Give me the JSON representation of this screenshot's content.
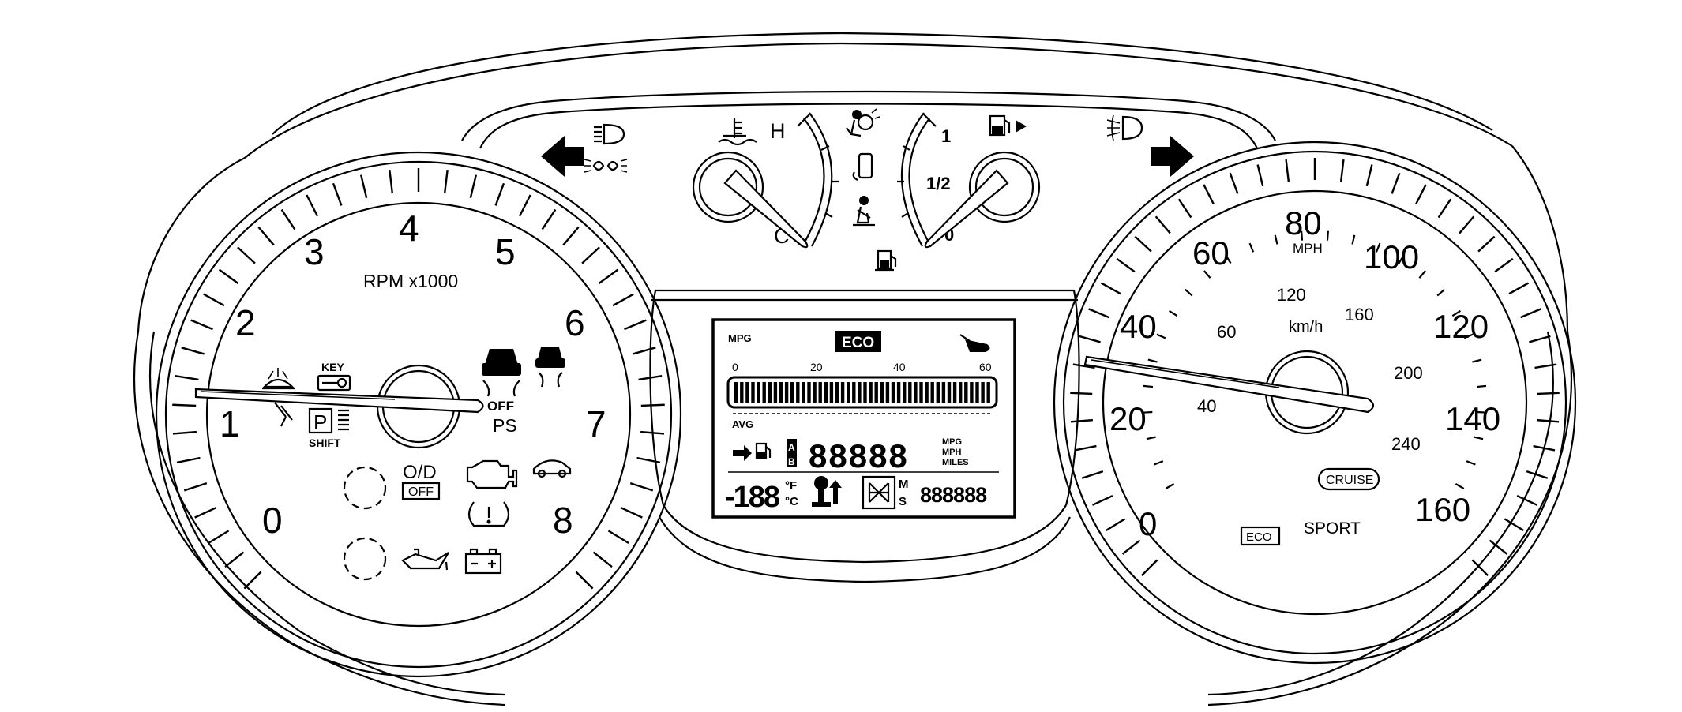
{
  "tachometer": {
    "unit_label": "RPM x1000",
    "numbers": [
      "0",
      "1",
      "2",
      "3",
      "4",
      "5",
      "6",
      "7",
      "8"
    ],
    "ps_label": "PS",
    "key_label": "KEY",
    "shift_label": "SHIFT",
    "park_label": "P",
    "od_label": "O/D",
    "od_off_label": "OFF",
    "traction_off_label": "OFF"
  },
  "temp_gauge": {
    "hot_label": "H",
    "cold_label": "C"
  },
  "fuel_gauge": {
    "full_label": "1",
    "half_label": "1/2",
    "empty_label": "0"
  },
  "lcd": {
    "mpg_label": "MPG",
    "eco_label": "ECO",
    "scale_labels": [
      "0",
      "20",
      "40",
      "60"
    ],
    "avg_label": "AVG",
    "ab_top": "A",
    "ab_bottom": "B",
    "main_digits": "88888",
    "unit_mpg": "MPG",
    "unit_mph": "MPH",
    "unit_miles": "MILES",
    "temp_digits": "-188",
    "temp_f": "°F",
    "temp_c": "°C",
    "ms_m": "M",
    "ms_s": "S",
    "odo_digits": "888888"
  },
  "speedometer": {
    "mph_numbers": [
      "0",
      "20",
      "40",
      "60",
      "80",
      "100",
      "120",
      "140",
      "160"
    ],
    "mph_label": "MPH",
    "kmh_numbers": [
      "40",
      "60",
      "120",
      "160",
      "200",
      "240"
    ],
    "kmh_label": "km/h",
    "cruise_label": "CRUISE",
    "eco_label": "ECO",
    "sport_label": "SPORT"
  }
}
